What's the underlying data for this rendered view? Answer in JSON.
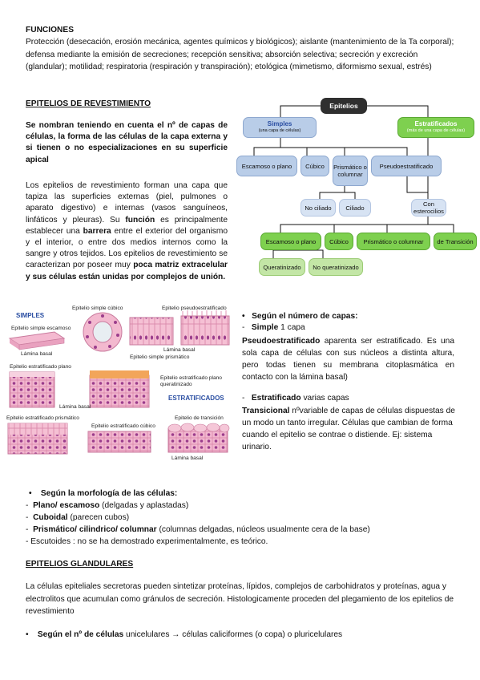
{
  "funciones": {
    "title": "FUNCIONES",
    "text": "Protección (desecación, erosión mecánica, agentes químicos y biológicos); aislante (mantenimiento de la Ta corporal); defensa mediante la emisión de secreciones; recepción sensitiva; absorción selectiva; secreción y excreción (glandular); motilidad; respiratoria (respiración y transpiración); etológica (mimetismo, diformismo sexual, estrés)"
  },
  "revestimiento": {
    "title": "EPITELIOS DE REVESTIMIENTO",
    "intro_bold": "Se nombran teniendo en cuenta el nº de capas de células, la forma de las células de la capa externa y si tienen o no especializaciones en su superficie apical",
    "p2_a": "Los epitelios de revestimiento forman una capa que tapiza las superficies externas (piel, pulmones o aparato digestivo) e internas (vasos sanguíneos, linfáticos y pleuras). Su ",
    "p2_b": "función",
    "p2_c": " es principalmente establecer una ",
    "p2_d": "barrera",
    "p2_e": " entre el exterior del organismo y el interior, o entre dos medios internos como la sangre y otros tejidos. Los epitelios de revestimiento se caracterizan por poseer muy ",
    "p2_f": "poca matriz extracelular y sus células están unidas por complejos de unión."
  },
  "diagram": {
    "root": "Epitelios",
    "simples": "Simples",
    "simples_sub": "(una capa de células)",
    "estratificados": "Estratificados",
    "estratificados_sub": "(más de una capa de células)",
    "escamoso": "Escamoso o plano",
    "cubico": "Cúbico",
    "prismatico": "Prismático o columnar",
    "pseudo": "Pseudoestratificado",
    "no_ciliado": "No ciliado",
    "ciliado": "Ciliado",
    "con_esterocilios": "Con esterocilios",
    "g_escamoso": "Escamoso o plano",
    "g_cubico": "Cúbico",
    "g_prismatico": "Prismático o columnar",
    "g_transicion": "de Transición",
    "queratinizado": "Queratinizado",
    "no_queratinizado": "No queratinizado"
  },
  "illustration": {
    "simples": "SIMPLES",
    "estratificados": "ESTRATIFICADOS",
    "l1": "Epitelio simple cúbico",
    "l2": "Epitelio pseudoestratificado",
    "l3": "Epitelio simple escamoso",
    "l4": "Lámina basal",
    "l5": "Lámina basal",
    "l6": "Epitelio simple prismático",
    "l7": "Epitelio estratificado plano",
    "l8": "Epitelio estratificado plano queratinizado",
    "l9": "Lámina basal",
    "l10": "Epitelio estratificado prismático",
    "l11": "Epitelio estratificado cúbico",
    "l12": "Epitelio de transición",
    "l13": "Lámina basal"
  },
  "capas": {
    "heading": "Según el número de capas:",
    "simple_label": "Simple",
    "simple_rest": " 1 capa",
    "pseudo_bold": "Pseudoestratificado",
    "pseudo_text": " aparenta ser estratificado. Es una sola capa de células con sus núcleos a distinta altura, pero todas tienen su membrana citoplasmática en contacto con la lámina basal)",
    "estrat_label": "Estratificado",
    "estrat_rest": " varias capas",
    "trans_bold": "Transicional",
    "trans_text": " nºvariable de capas de células dispuestas de un modo un tanto irregular. Células que cambian de forma cuando el epitelio se contrae o distiende. Ej: sistema urinario."
  },
  "morfologia": {
    "heading": "Según la morfología de las células:",
    "i1_b": "Plano/ escamoso",
    "i1_t": " (delgadas y aplastadas)",
    "i2_b": "Cuboidal",
    "i2_t": " (parecen cubos)",
    "i3_b": "Prismático/ cilindrico/ columnar",
    "i3_t": " (columnas delgadas, núcleos usualmente cera de la base)",
    "i4": "- Escutoides : no se ha demostrado experimentalmente, es teórico."
  },
  "glandulares": {
    "title": "EPITELIOS GLANDULARES",
    "text": "La células epiteliales secretoras pueden sintetizar proteínas, lípidos, complejos de carbohidratos y proteínas, agua y electrolitos que acumulan como gránulos de secreción. Histologicamente proceden del plegamiento de los epitelios de revestimiento",
    "bullet_b": "Según el nº de células",
    "bullet_t": " unicelulares → células caliciformes (o copa) o pluricelulares"
  }
}
